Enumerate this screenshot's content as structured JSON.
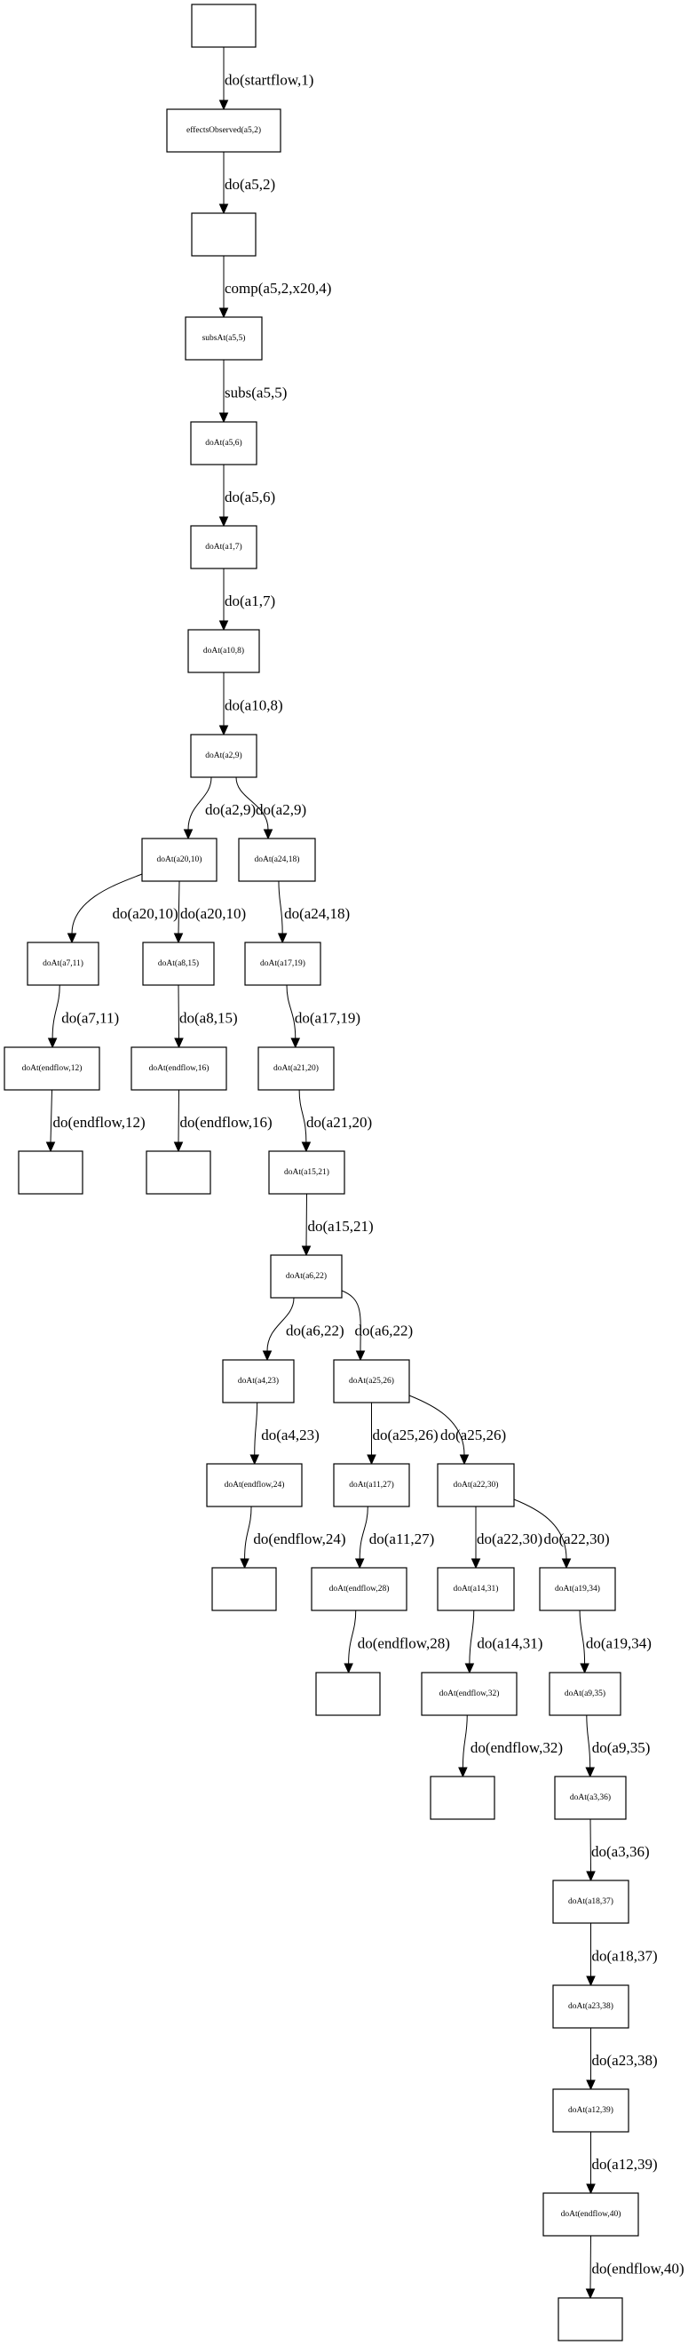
{
  "graph": {
    "type": "directed-tree",
    "nodes": [
      {
        "id": "n0",
        "label": ""
      },
      {
        "id": "n1",
        "label": "effectsObserved(a5,2)"
      },
      {
        "id": "n2",
        "label": ""
      },
      {
        "id": "n3",
        "label": "subsAt(a5,5)"
      },
      {
        "id": "n4",
        "label": "doAt(a5,6)"
      },
      {
        "id": "n5",
        "label": "doAt(a1,7)"
      },
      {
        "id": "n6",
        "label": "doAt(a10,8)"
      },
      {
        "id": "n7",
        "label": "doAt(a2,9)"
      },
      {
        "id": "n8",
        "label": "doAt(a20,10)"
      },
      {
        "id": "n9",
        "label": "doAt(a24,18)"
      },
      {
        "id": "n10",
        "label": "doAt(a7,11)"
      },
      {
        "id": "n11",
        "label": "doAt(a8,15)"
      },
      {
        "id": "n12",
        "label": "doAt(a17,19)"
      },
      {
        "id": "n13",
        "label": "doAt(endflow,12)"
      },
      {
        "id": "n14",
        "label": "doAt(endflow,16)"
      },
      {
        "id": "n15",
        "label": "doAt(a21,20)"
      },
      {
        "id": "n16",
        "label": ""
      },
      {
        "id": "n17",
        "label": ""
      },
      {
        "id": "n18",
        "label": "doAt(a15,21)"
      },
      {
        "id": "n19",
        "label": "doAt(a6,22)"
      },
      {
        "id": "n20",
        "label": "doAt(a4,23)"
      },
      {
        "id": "n21",
        "label": "doAt(a25,26)"
      },
      {
        "id": "n22",
        "label": "doAt(endflow,24)"
      },
      {
        "id": "n23",
        "label": "doAt(a11,27)"
      },
      {
        "id": "n24",
        "label": "doAt(a22,30)"
      },
      {
        "id": "n25",
        "label": ""
      },
      {
        "id": "n26",
        "label": "doAt(endflow,28)"
      },
      {
        "id": "n27",
        "label": "doAt(a14,31)"
      },
      {
        "id": "n28",
        "label": "doAt(a19,34)"
      },
      {
        "id": "n29",
        "label": ""
      },
      {
        "id": "n30",
        "label": "doAt(endflow,32)"
      },
      {
        "id": "n31",
        "label": "doAt(a9,35)"
      },
      {
        "id": "n32",
        "label": ""
      },
      {
        "id": "n33",
        "label": "doAt(a3,36)"
      },
      {
        "id": "n34",
        "label": "doAt(a18,37)"
      },
      {
        "id": "n35",
        "label": "doAt(a23,38)"
      },
      {
        "id": "n36",
        "label": "doAt(a12,39)"
      },
      {
        "id": "n37",
        "label": "doAt(endflow,40)"
      },
      {
        "id": "n38",
        "label": ""
      }
    ],
    "edges": [
      {
        "from": "n0",
        "to": "n1",
        "label": "do(startflow,1)"
      },
      {
        "from": "n1",
        "to": "n2",
        "label": "do(a5,2)"
      },
      {
        "from": "n2",
        "to": "n3",
        "label": "comp(a5,2,x20,4)"
      },
      {
        "from": "n3",
        "to": "n4",
        "label": "subs(a5,5)"
      },
      {
        "from": "n4",
        "to": "n5",
        "label": "do(a5,6)"
      },
      {
        "from": "n5",
        "to": "n6",
        "label": "do(a1,7)"
      },
      {
        "from": "n6",
        "to": "n7",
        "label": "do(a10,8)"
      },
      {
        "from": "n7",
        "to": "n8",
        "label": "do(a2,9)"
      },
      {
        "from": "n7",
        "to": "n9",
        "label": "do(a2,9)"
      },
      {
        "from": "n8",
        "to": "n10",
        "label": "do(a20,10)"
      },
      {
        "from": "n8",
        "to": "n11",
        "label": "do(a20,10)"
      },
      {
        "from": "n9",
        "to": "n12",
        "label": "do(a24,18)"
      },
      {
        "from": "n10",
        "to": "n13",
        "label": "do(a7,11)"
      },
      {
        "from": "n11",
        "to": "n14",
        "label": "do(a8,15)"
      },
      {
        "from": "n12",
        "to": "n15",
        "label": "do(a17,19)"
      },
      {
        "from": "n13",
        "to": "n16",
        "label": "do(endflow,12)"
      },
      {
        "from": "n14",
        "to": "n17",
        "label": "do(endflow,16)"
      },
      {
        "from": "n15",
        "to": "n18",
        "label": "do(a21,20)"
      },
      {
        "from": "n18",
        "to": "n19",
        "label": "do(a15,21)"
      },
      {
        "from": "n19",
        "to": "n20",
        "label": "do(a6,22)"
      },
      {
        "from": "n19",
        "to": "n21",
        "label": "do(a6,22)"
      },
      {
        "from": "n20",
        "to": "n22",
        "label": "do(a4,23)"
      },
      {
        "from": "n21",
        "to": "n23",
        "label": "do(a25,26)"
      },
      {
        "from": "n21",
        "to": "n24",
        "label": "do(a25,26)"
      },
      {
        "from": "n22",
        "to": "n25",
        "label": "do(endflow,24)"
      },
      {
        "from": "n23",
        "to": "n26",
        "label": "do(a11,27)"
      },
      {
        "from": "n24",
        "to": "n27",
        "label": "do(a22,30)"
      },
      {
        "from": "n24",
        "to": "n28",
        "label": "do(a22,30)"
      },
      {
        "from": "n26",
        "to": "n29",
        "label": "do(endflow,28)"
      },
      {
        "from": "n27",
        "to": "n30",
        "label": "do(a14,31)"
      },
      {
        "from": "n28",
        "to": "n31",
        "label": "do(a19,34)"
      },
      {
        "from": "n30",
        "to": "n32",
        "label": "do(endflow,32)"
      },
      {
        "from": "n31",
        "to": "n33",
        "label": "do(a9,35)"
      },
      {
        "from": "n33",
        "to": "n34",
        "label": "do(a3,36)"
      },
      {
        "from": "n34",
        "to": "n35",
        "label": "do(a18,37)"
      },
      {
        "from": "n35",
        "to": "n36",
        "label": "do(a23,38)"
      },
      {
        "from": "n36",
        "to": "n37",
        "label": "do(a12,39)"
      },
      {
        "from": "n37",
        "to": "n38",
        "label": "do(endflow,40)"
      }
    ]
  }
}
